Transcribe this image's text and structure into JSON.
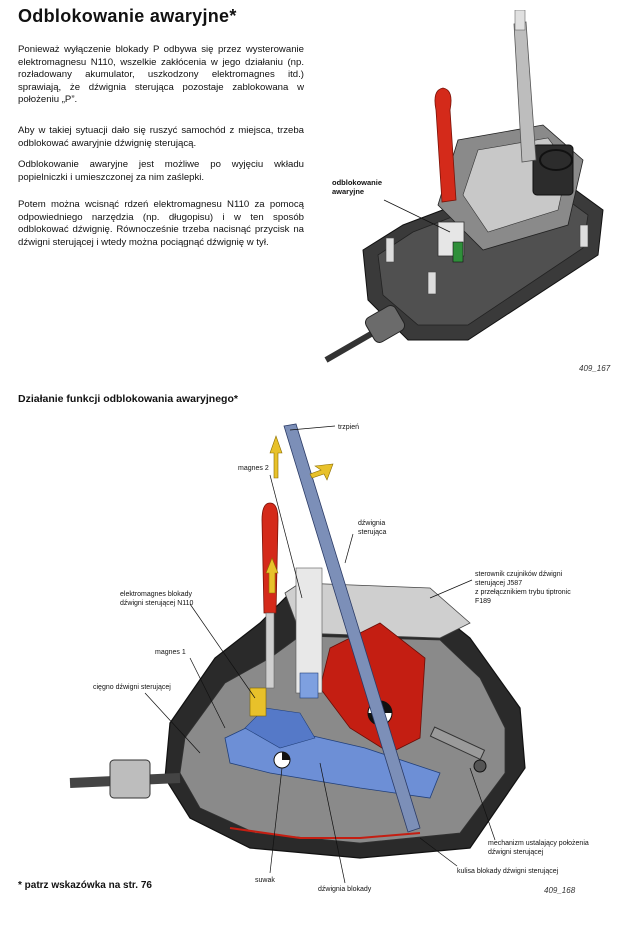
{
  "page": {
    "title": "Odblokowanie awaryjne*",
    "paragraphs": [
      "Ponieważ wyłączenie blokady P odbywa się przez wysterowanie elektromagnesu N110, wszelkie zakłócenia w jego działaniu (np. rozładowany akumulator, uszkodzony elektromagnes itd.) sprawiają, że dźwignia sterująca pozostaje zablokowana w położeniu „P”.",
      "Aby w takiej sytuacji dało się ruszyć samochód z miejsca, trzeba odblokować awaryjnie dźwignię sterującą.",
      "Odblokowanie awaryjne jest możliwe po wyjęciu wkładu popielniczki i umieszczonej za nim zaślepki.",
      "Potem można wcisnąć rdzeń elektromagnesu N110 za pomocą odpowiedniego narzędzia (np. długopisu) i w ten sposób odblokować dźwignię. Równocześnie trzeba nacisnąć przycisk na dźwigni sterującej i wtedy można pociągnąć dźwignię w tył."
    ],
    "section_title": "Działanie funkcji odblokowania awaryjnego*",
    "footnote": "* patrz wskazówka na str. 76"
  },
  "figure1": {
    "label": "odblokowanie awaryjne",
    "label_lines": [
      "odblokowanie",
      "awaryjne"
    ],
    "code": "409_167"
  },
  "figure2": {
    "code": "409_168",
    "labels": {
      "trzpien": "trzpień",
      "magnes2": "magnes 2",
      "dzwignia_sterujaca": [
        "dźwignia",
        "sterująca"
      ],
      "sterownik": [
        "sterownik czujników dźwigni",
        "sterującej J587",
        "z przełącznikiem trybu tiptronic",
        "F189"
      ],
      "elektromagnes": [
        "elektromagnes blokady",
        "dźwigni sterującej N110"
      ],
      "magnes1": "magnes 1",
      "ciegno": "cięgno dźwigni sterującej",
      "mechanizm": [
        "mechanizm ustalający położenia",
        "dźwigni sterującej"
      ],
      "suwak": "suwak",
      "dzwignia_blokady": "dźwignia blokady",
      "kulisa": "kulisa blokady dźwigni sterującej"
    }
  },
  "colors": {
    "housing": "#2a2a2a",
    "selector_red": "#d42a1a",
    "slider_blue": "#6d8fd6",
    "arrow_yellow": "#e8c12a",
    "case_gray": "#cfcfcf"
  }
}
